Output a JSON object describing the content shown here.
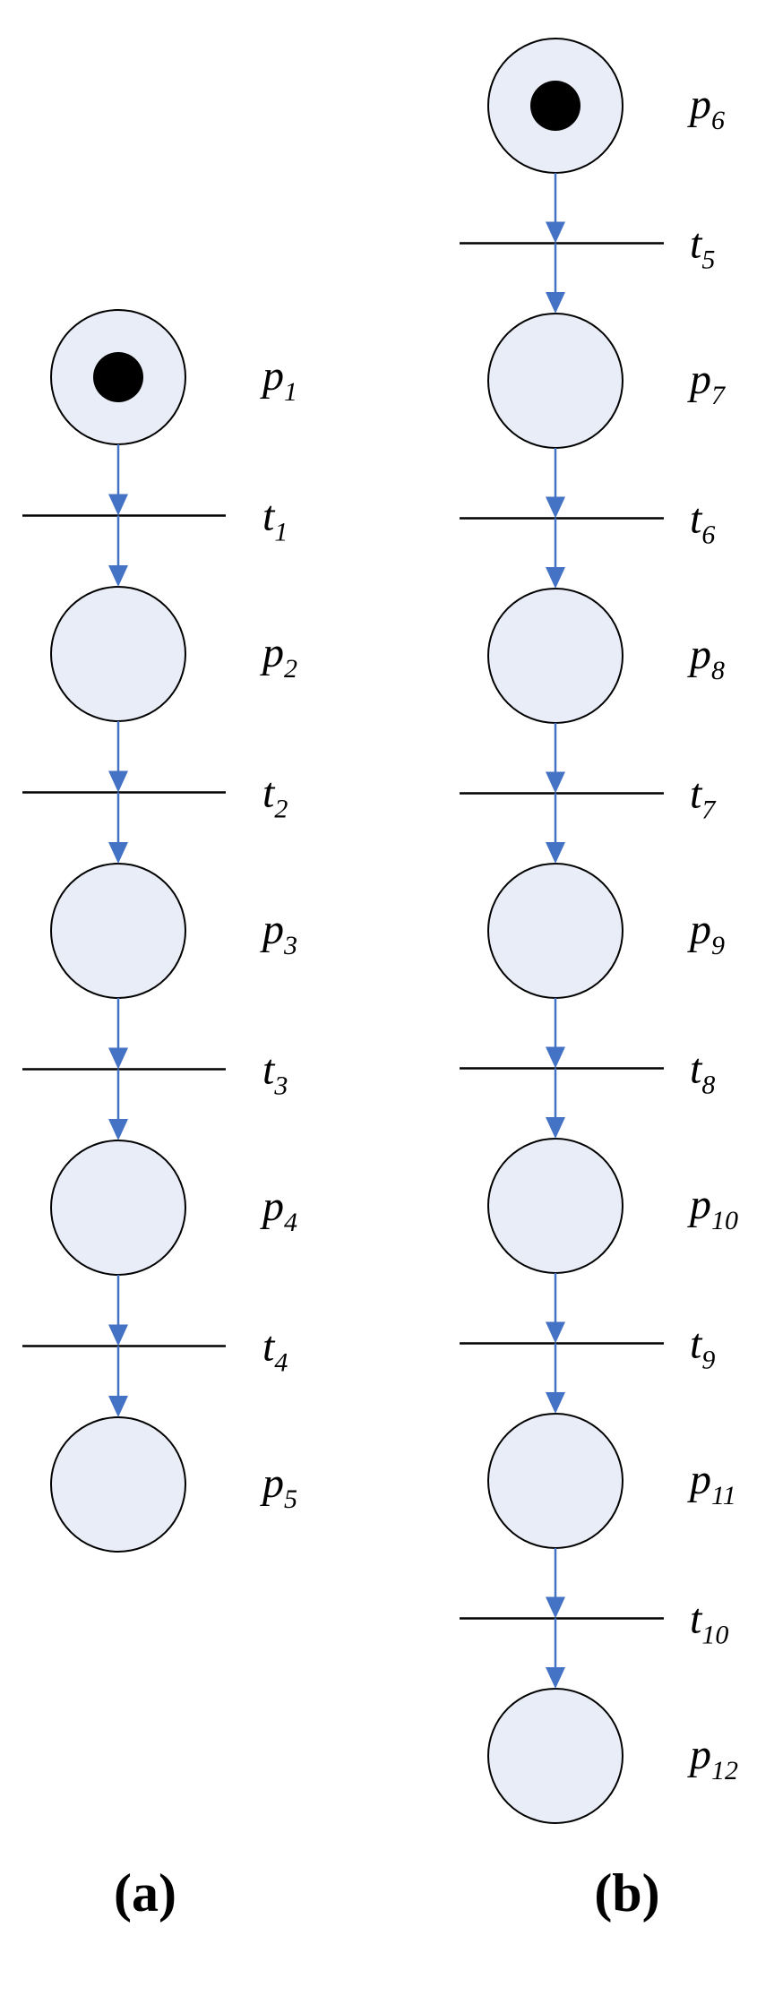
{
  "nets": [
    {
      "caption": "(a)",
      "places": [
        {
          "letter": "p",
          "index": "1",
          "tokens": 1
        },
        {
          "letter": "p",
          "index": "2",
          "tokens": 0
        },
        {
          "letter": "p",
          "index": "3",
          "tokens": 0
        },
        {
          "letter": "p",
          "index": "4",
          "tokens": 0
        },
        {
          "letter": "p",
          "index": "5",
          "tokens": 0
        }
      ],
      "transitions": [
        {
          "letter": "t",
          "index": "1"
        },
        {
          "letter": "t",
          "index": "2"
        },
        {
          "letter": "t",
          "index": "3"
        },
        {
          "letter": "t",
          "index": "4"
        }
      ]
    },
    {
      "caption": "(b)",
      "places": [
        {
          "letter": "p",
          "index": "6",
          "tokens": 1
        },
        {
          "letter": "p",
          "index": "7",
          "tokens": 0
        },
        {
          "letter": "p",
          "index": "8",
          "tokens": 0
        },
        {
          "letter": "p",
          "index": "9",
          "tokens": 0
        },
        {
          "letter": "p",
          "index": "10",
          "tokens": 0
        },
        {
          "letter": "p",
          "index": "11",
          "tokens": 0
        },
        {
          "letter": "p",
          "index": "12",
          "tokens": 0
        }
      ],
      "transitions": [
        {
          "letter": "t",
          "index": "5"
        },
        {
          "letter": "t",
          "index": "6"
        },
        {
          "letter": "t",
          "index": "7"
        },
        {
          "letter": "t",
          "index": "8"
        },
        {
          "letter": "t",
          "index": "9"
        },
        {
          "letter": "t",
          "index": "10"
        }
      ]
    }
  ],
  "colors": {
    "place_fill": "#e8edf7",
    "arc": "#4472c4",
    "token": "#000000"
  }
}
